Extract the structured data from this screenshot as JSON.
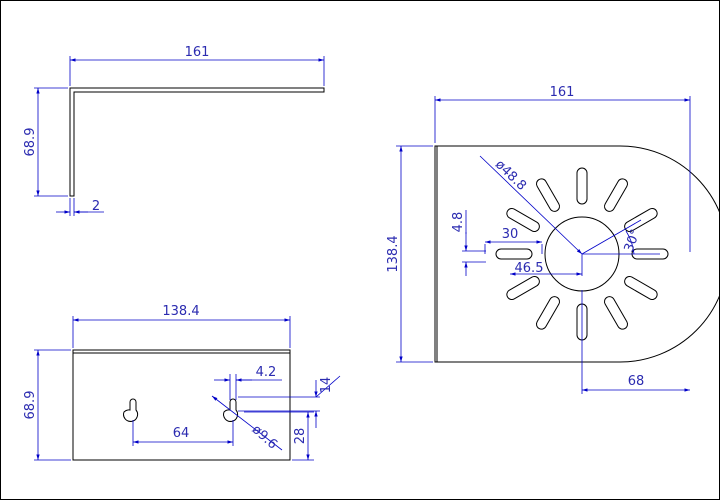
{
  "drawing": {
    "border_color": "#000000",
    "part_color": "#000000",
    "dimension_color": "#0000c8",
    "top_view": {
      "length_label": "161",
      "height_label": "68.9",
      "thickness_label": "2"
    },
    "front_view": {
      "width_label": "138.4",
      "height_label": "68.9",
      "hole_spacing_label": "64",
      "slot_width_label": "4.2",
      "slot_length_label": "14",
      "hole_diameter_label": "ø9.6",
      "hole_height_label": "28"
    },
    "plate_view": {
      "width_label": "161",
      "height_label": "138.4",
      "center_offset_label": "68",
      "center_hole_label": "ø48.8",
      "slot_length_label": "30",
      "slot_width_label": "4.8",
      "slot_radius_label": "46.5",
      "slot_angle_label": "30°"
    }
  }
}
